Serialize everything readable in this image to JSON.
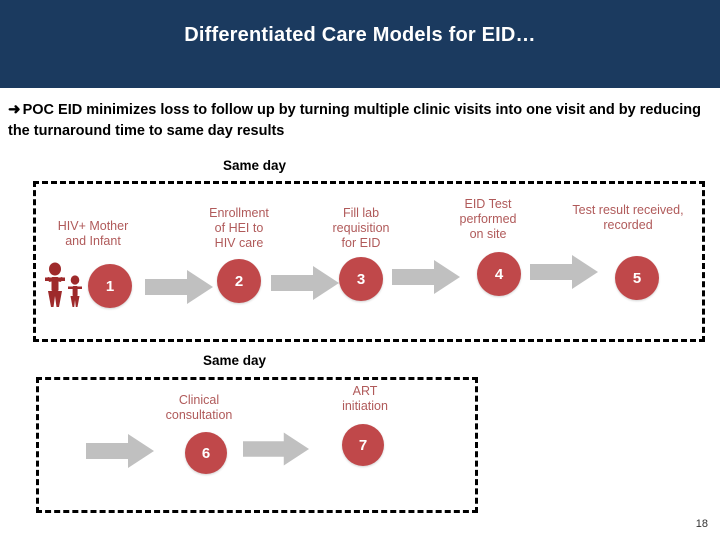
{
  "slide": {
    "title": "Differentiated Care Models for EID…",
    "page_number": "18",
    "colors": {
      "banner_bg": "#1b3a5f",
      "banner_text": "#ffffff",
      "node_circle": "#c0484a",
      "node_label": "#b05a5a",
      "arrow": "#c0c0c0",
      "dashed_border": "#000000",
      "pictogram": "#9e2a2b"
    }
  },
  "bullet": {
    "arrow_icon": "right-arrow-icon",
    "arrow_glyph": "➜",
    "text": "POC EID minimizes loss to follow up by turning multiple clinic visits into one visit and by reducing the turnaround time to same day results"
  },
  "flow": {
    "row1": {
      "timing_label": "Same day",
      "pictogram_name": "mother-and-infant-icon",
      "steps": [
        {
          "number": "1",
          "label": "HIV+ Mother\nand Infant"
        },
        {
          "number": "2",
          "label": "Enrollment\nof HEI to\nHIV care"
        },
        {
          "number": "3",
          "label": "Fill lab\nrequisition\nfor EID"
        },
        {
          "number": "4",
          "label": "EID Test\nperformed\non site"
        },
        {
          "number": "5",
          "label": "Test result received,\nrecorded"
        }
      ]
    },
    "row2": {
      "timing_label": "Same day",
      "steps": [
        {
          "number": "6",
          "label": "Clinical\nconsultation"
        },
        {
          "number": "7",
          "label": "ART\ninitiation"
        }
      ]
    }
  }
}
